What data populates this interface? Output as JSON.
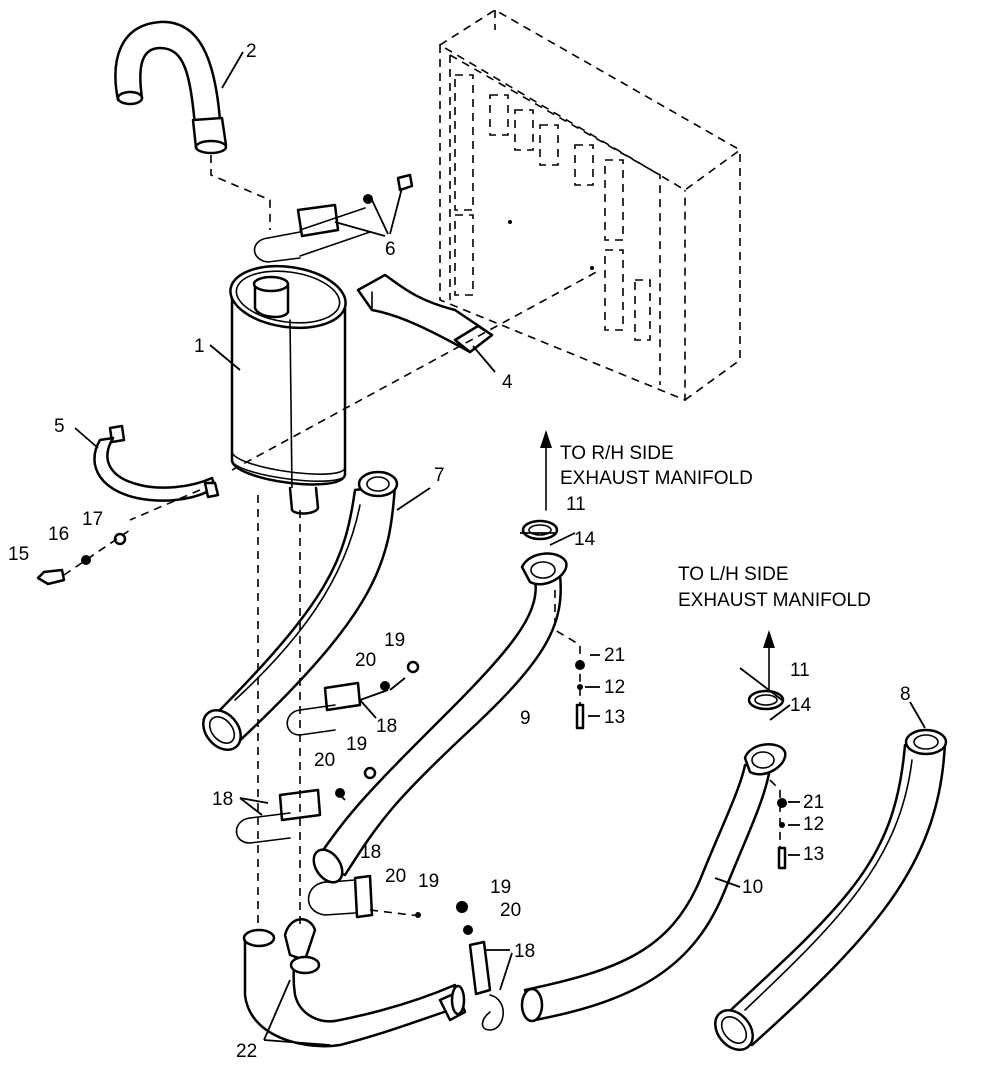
{
  "notes": {
    "rh_manifold": [
      "TO R/H SIDE",
      "EXHAUST MANIFOLD"
    ],
    "lh_manifold": [
      "TO L/H SIDE",
      "EXHAUST MANIFOLD"
    ]
  },
  "callouts": {
    "c1": "1",
    "c2": "2",
    "c4": "4",
    "c5": "5",
    "c6": "6",
    "c7": "7",
    "c8": "8",
    "c9": "9",
    "c10": "10",
    "c11a": "11",
    "c11b": "11",
    "c12a": "12",
    "c12b": "12",
    "c13a": "13",
    "c13b": "13",
    "c14a": "14",
    "c14b": "14",
    "c15": "15",
    "c16": "16",
    "c17": "17",
    "c18a": "18",
    "c18b": "18",
    "c18c": "18",
    "c18d": "18",
    "c19a": "19",
    "c19b": "19",
    "c19c": "19",
    "c19d": "19",
    "c20a": "20",
    "c20b": "20",
    "c20c": "20",
    "c20d": "20",
    "c21a": "21",
    "c21b": "21",
    "c22": "22"
  }
}
